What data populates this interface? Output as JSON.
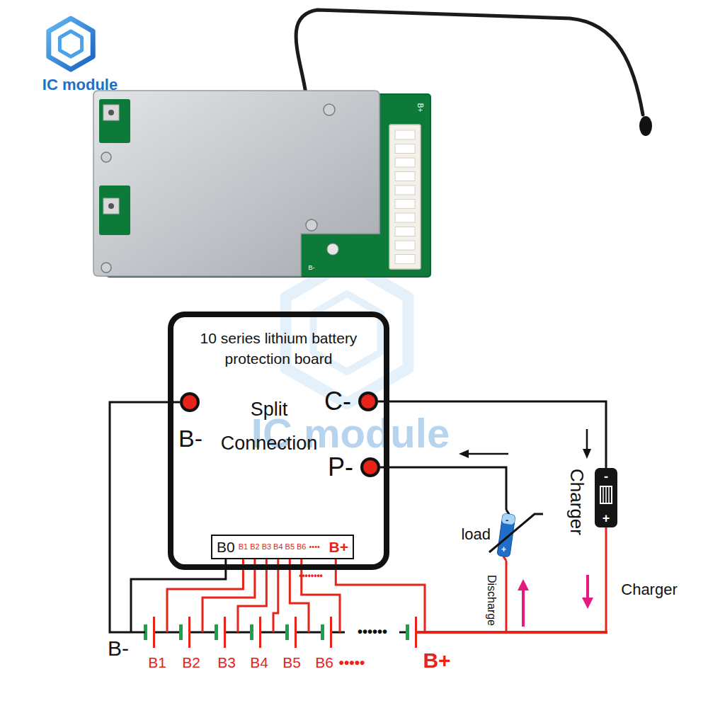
{
  "diagram": {
    "nodes": [
      {
        "text": [
          "10 series lithium battery protection board",
          "Split Connection"
        ]
      },
      {
        "text": [
          "B-"
        ],
        "in": 0
      },
      {
        "text": [
          "C-"
        ],
        "in": 0
      },
      {
        "text": [
          "P-"
        ],
        "in": 0
      },
      {
        "text": [
          "B0",
          "B1",
          "B2",
          "B3",
          "B4",
          "B5",
          "B6",
          "••••",
          "B+"
        ],
        "in": 0
      },
      {
        "text": [
          "load",
          "-",
          "+"
        ]
      },
      {
        "text": [
          "Charger",
          "-",
          "+"
        ]
      }
    ],
    "edges": [
      {
        "from": 2,
        "to": 6,
        "arrow": "none"
      },
      {
        "from": 3,
        "to": 5,
        "arrow": "none"
      }
    ],
    "labels": [
      "IC module",
      "B+",
      "B-",
      "IC module",
      "••••••••",
      "Discharge",
      "Charger",
      "B-",
      "B+",
      "B1",
      "B2",
      "B3",
      "B4",
      "B5",
      "B6",
      "•••••",
      "••••••"
    ]
  }
}
